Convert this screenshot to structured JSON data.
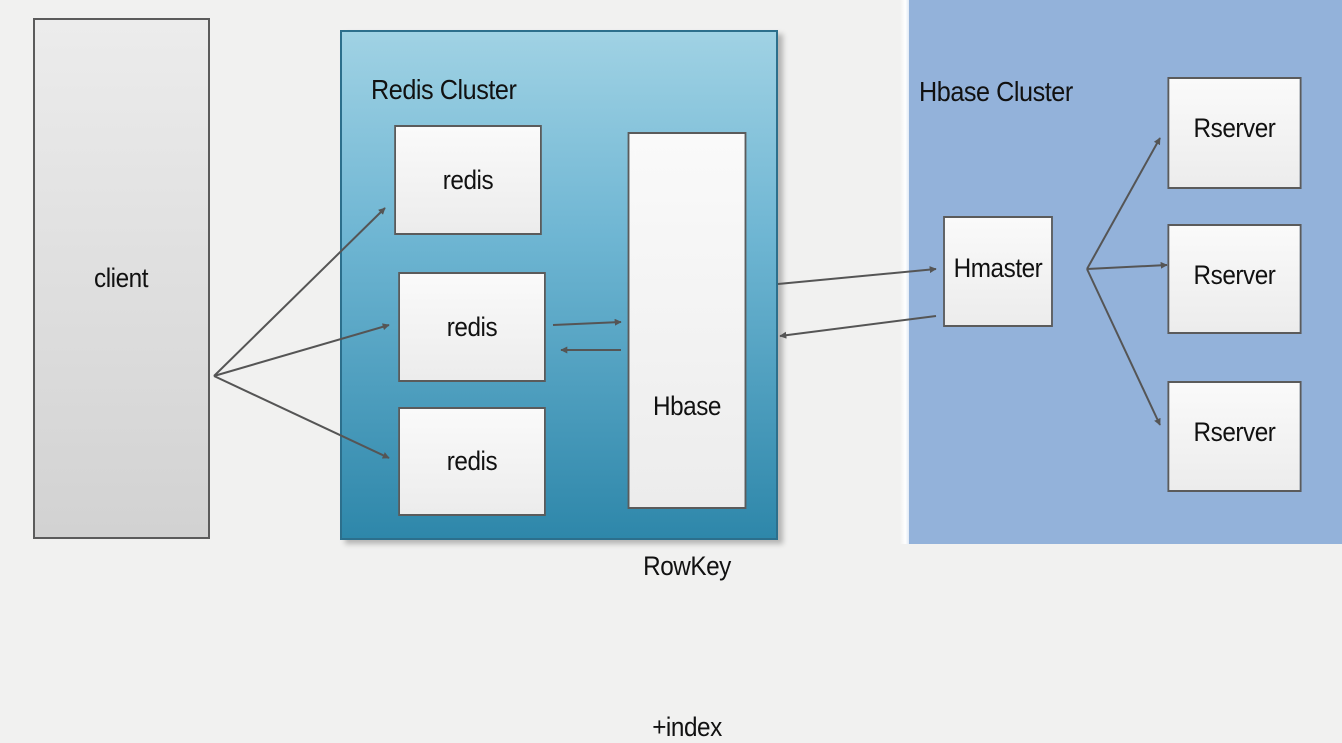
{
  "diagram": {
    "client": {
      "label": "client"
    },
    "redis_cluster": {
      "title": "Redis Cluster",
      "nodes": [
        {
          "label": "redis"
        },
        {
          "label": "redis"
        },
        {
          "label": "redis"
        }
      ],
      "index_node": {
        "lines": [
          "Hbase",
          "RowKey",
          "+index"
        ]
      }
    },
    "hbase_cluster": {
      "title": "Hbase Cluster",
      "master": {
        "label": "Hmaster"
      },
      "region_servers": [
        {
          "label": "Rserver"
        },
        {
          "label": "Rserver"
        },
        {
          "label": "Rserver"
        }
      ]
    },
    "edges": [
      {
        "from": "client",
        "to": "redis-1",
        "direction": "forward"
      },
      {
        "from": "client",
        "to": "redis-2",
        "direction": "forward"
      },
      {
        "from": "client",
        "to": "redis-3",
        "direction": "forward"
      },
      {
        "from": "redis-2",
        "to": "hbase-rowkey-index",
        "direction": "forward"
      },
      {
        "from": "hbase-rowkey-index",
        "to": "redis-2",
        "direction": "forward"
      },
      {
        "from": "redis-cluster",
        "to": "hmaster",
        "direction": "forward"
      },
      {
        "from": "hmaster",
        "to": "redis-cluster",
        "direction": "forward"
      },
      {
        "from": "hmaster",
        "to": "rserver-1",
        "direction": "forward"
      },
      {
        "from": "hmaster",
        "to": "rserver-2",
        "direction": "forward"
      },
      {
        "from": "hmaster",
        "to": "rserver-3",
        "direction": "forward"
      }
    ],
    "colors": {
      "background": "#f1f1f0",
      "redis_cluster_top": "#a0d2e4",
      "redis_cluster_bottom": "#2e87aa",
      "hbase_cluster": "#93b2da",
      "node_border": "#5b5b5b",
      "arrow": "#555555"
    }
  }
}
